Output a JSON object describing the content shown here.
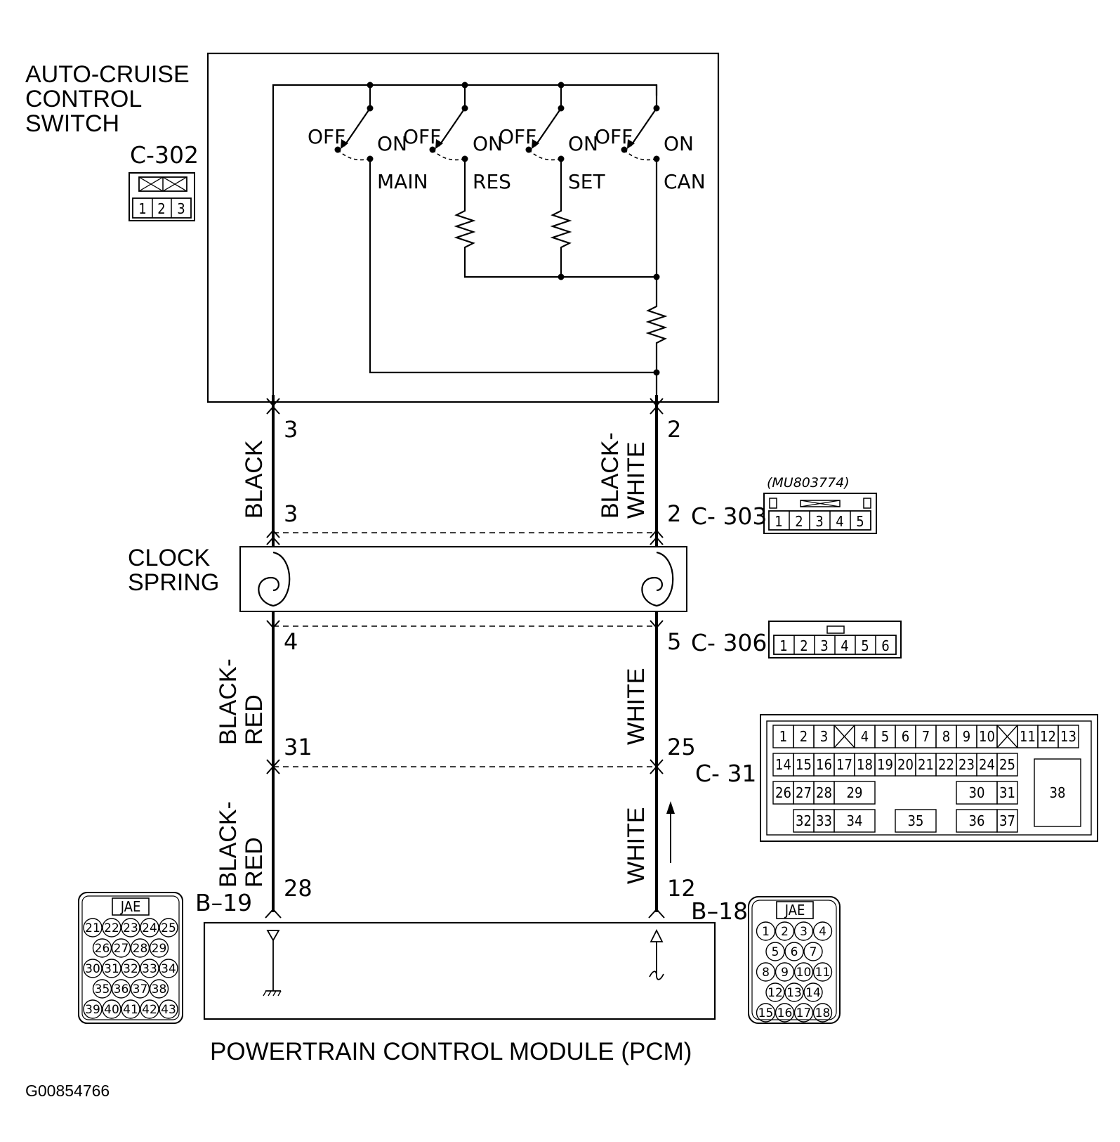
{
  "switch": {
    "title_lines": [
      "AUTO-CRUISE",
      "CONTROL",
      "SWITCH"
    ],
    "connector": "C-302",
    "connector_pins": [
      "1",
      "2",
      "3"
    ],
    "positions": [
      {
        "off": "OFF",
        "on": "ON",
        "name": "MAIN"
      },
      {
        "off": "OFF",
        "on": "ON",
        "name": "RES"
      },
      {
        "off": "OFF",
        "on": "ON",
        "name": "SET"
      },
      {
        "off": "OFF",
        "on": "ON",
        "name": "CAN"
      }
    ]
  },
  "wires": {
    "left_top_color": "BLACK",
    "right_top_color_lines": [
      "BLACK-",
      "WHITE"
    ],
    "left_mid_color_lines": [
      "BLACK-",
      "RED"
    ],
    "right_mid_color": "WHITE",
    "left_low_color_lines": [
      "BLACK-",
      "RED"
    ],
    "right_low_color": "WHITE"
  },
  "pins": {
    "sw_left": "3",
    "sw_right": "2",
    "c303_left": "3",
    "c303_right": "2",
    "c306_left": "4",
    "c306_right": "5",
    "c31_left": "31",
    "c31_right": "25",
    "pcm_left": "28",
    "pcm_right": "12"
  },
  "connectors": {
    "c303": {
      "name": "C- 303",
      "part": "(MU803774)",
      "pins": [
        "1",
        "2",
        "3",
        "4",
        "5"
      ]
    },
    "c306": {
      "name": "C- 306",
      "pins": [
        "1",
        "2",
        "3",
        "4",
        "5",
        "6"
      ]
    },
    "c31": {
      "name": "C- 31",
      "pins": [
        "1",
        "2",
        "3",
        "4",
        "5",
        "6",
        "7",
        "8",
        "9",
        "10",
        "11",
        "12",
        "13",
        "14",
        "15",
        "16",
        "17",
        "18",
        "19",
        "20",
        "21",
        "22",
        "23",
        "24",
        "25",
        "26",
        "27",
        "28",
        "29",
        "30",
        "31",
        "32",
        "33",
        "34",
        "35",
        "36",
        "37",
        "38"
      ]
    },
    "b19": {
      "name": "B–19",
      "maker": "JAE",
      "rows": [
        [
          "21",
          "22",
          "23",
          "24",
          "25"
        ],
        [
          "26",
          "27",
          "28",
          "29"
        ],
        [
          "30",
          "31",
          "32",
          "33",
          "34"
        ],
        [
          "35",
          "36",
          "37",
          "38"
        ],
        [
          "39",
          "40",
          "41",
          "42",
          "43"
        ]
      ]
    },
    "b18": {
      "name": "B–18",
      "maker": "JAE",
      "rows": [
        [
          "1",
          "2",
          "3",
          "4"
        ],
        [
          "5",
          "6",
          "7"
        ],
        [
          "8",
          "9",
          "10",
          "11"
        ],
        [
          "12",
          "13",
          "14"
        ],
        [
          "15",
          "16",
          "17",
          "18"
        ]
      ]
    }
  },
  "clock_spring_lines": [
    "CLOCK",
    "SPRING"
  ],
  "pcm_label": "POWERTRAIN CONTROL MODULE (PCM)",
  "figure_id": "G00854766"
}
